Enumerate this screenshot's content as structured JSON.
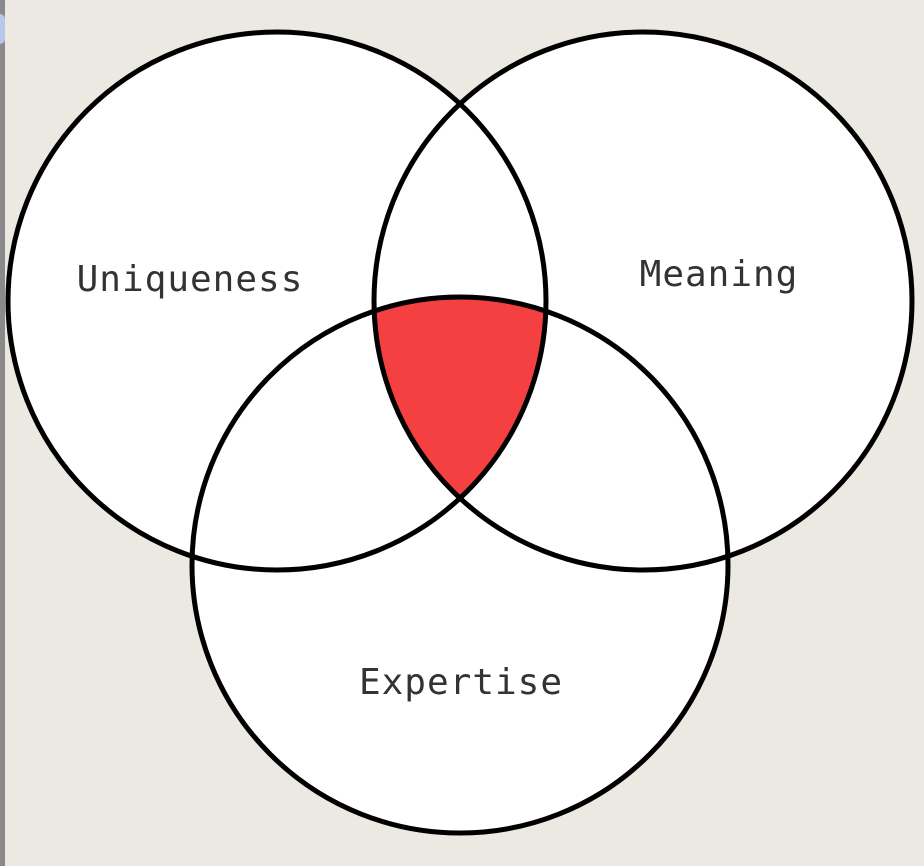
{
  "diagram": {
    "type": "venn-3",
    "sets": [
      {
        "id": "uniqueness",
        "label": "Uniqueness"
      },
      {
        "id": "meaning",
        "label": "Meaning"
      },
      {
        "id": "expertise",
        "label": "Expertise"
      }
    ],
    "highlighted_region": "uniqueness∩meaning∩expertise",
    "colors": {
      "background": "#ece9e3",
      "circle_fill": "#ffffff",
      "circle_stroke": "#000000",
      "highlight_fill": "#f44040"
    }
  }
}
